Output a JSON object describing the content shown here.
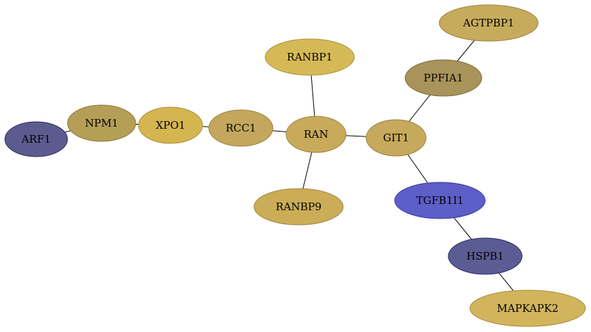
{
  "nodes": [
    {
      "id": "ARF1",
      "label": "ARF1",
      "fill": "#5b5b8f",
      "stroke": "#2e2e5e"
    },
    {
      "id": "NPM1",
      "label": "NPM1",
      "fill": "#b59f57",
      "stroke": "#8b7a3e"
    },
    {
      "id": "XPO1",
      "label": "XPO1",
      "fill": "#d4b550",
      "stroke": "#a88e36"
    },
    {
      "id": "RCC1",
      "label": "RCC1",
      "fill": "#c4a75c",
      "stroke": "#97803f"
    },
    {
      "id": "RAN",
      "label": "RAN",
      "fill": "#c8aa5a",
      "stroke": "#9a833e"
    },
    {
      "id": "RANBP1",
      "label": "RANBP1",
      "fill": "#d6b957",
      "stroke": "#ab923b"
    },
    {
      "id": "RANBP9",
      "label": "RANBP9",
      "fill": "#cbac57",
      "stroke": "#9e853c"
    },
    {
      "id": "GIT1",
      "label": "GIT1",
      "fill": "#c6a95c",
      "stroke": "#99823f"
    },
    {
      "id": "PPFIA1",
      "label": "PPFIA1",
      "fill": "#a8935a",
      "stroke": "#7c6c3d"
    },
    {
      "id": "AGTPBP1",
      "label": "AGTPBP1",
      "fill": "#c6ab5c",
      "stroke": "#99843f"
    },
    {
      "id": "TGFB1I1",
      "label": "TGFB1I1",
      "fill": "#5e5ec8",
      "stroke": "#3838a0"
    },
    {
      "id": "HSPB1",
      "label": "HSPB1",
      "fill": "#5c5c94",
      "stroke": "#2f2f63"
    },
    {
      "id": "MAPKAPK2",
      "label": "MAPKAPK2",
      "fill": "#d2b45c",
      "stroke": "#a68d3e"
    }
  ],
  "edges": [
    {
      "source": "ARF1",
      "target": "NPM1"
    },
    {
      "source": "NPM1",
      "target": "XPO1"
    },
    {
      "source": "XPO1",
      "target": "RCC1"
    },
    {
      "source": "RCC1",
      "target": "RAN"
    },
    {
      "source": "RAN",
      "target": "RANBP1"
    },
    {
      "source": "RAN",
      "target": "RANBP9"
    },
    {
      "source": "RAN",
      "target": "GIT1"
    },
    {
      "source": "GIT1",
      "target": "PPFIA1"
    },
    {
      "source": "PPFIA1",
      "target": "AGTPBP1"
    },
    {
      "source": "GIT1",
      "target": "TGFB1I1"
    },
    {
      "source": "TGFB1I1",
      "target": "HSPB1"
    },
    {
      "source": "HSPB1",
      "target": "MAPKAPK2"
    }
  ]
}
